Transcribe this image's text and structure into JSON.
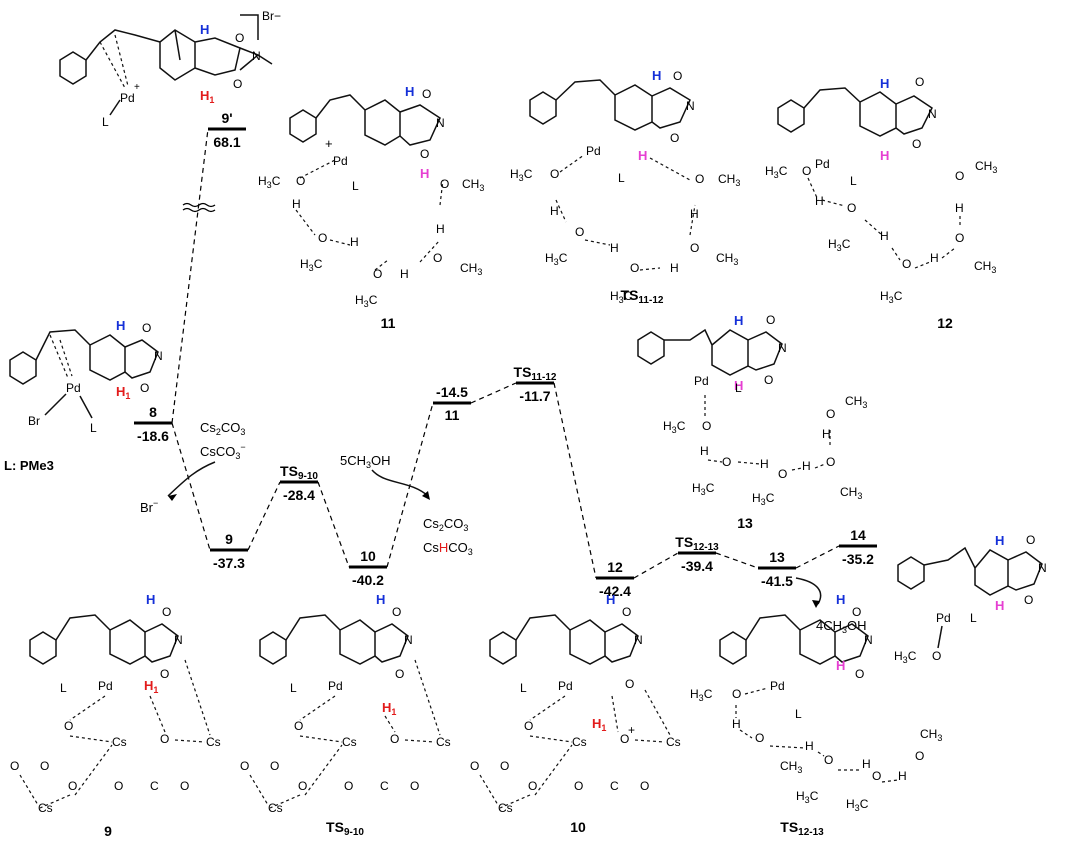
{
  "colors": {
    "h_blue": "#1530d8",
    "h_red": "#e21b1b",
    "h_magenta": "#e63fd2"
  },
  "levels": [
    {
      "id": "8",
      "energy": "-18.6"
    },
    {
      "id": "9",
      "energy": "-37.3"
    },
    {
      "id": "TS9-10",
      "energy": "-28.4"
    },
    {
      "id": "10",
      "energy": "-40.2"
    },
    {
      "id": "11",
      "energy": "-14.5"
    },
    {
      "id": "TS11-12",
      "energy": "-11.7"
    },
    {
      "id": "12",
      "energy": "-42.4"
    },
    {
      "id": "TS12-13",
      "energy": "-39.4"
    },
    {
      "id": "13",
      "energy": "-41.5"
    },
    {
      "id": "14",
      "energy": "-35.2"
    },
    {
      "id": "9'",
      "energy": "68.1"
    }
  ],
  "reagents": {
    "cs2co3": "Cs2CO3",
    "csco3_minus": "CsCO3−",
    "br_minus": "Br−",
    "methanol_in": "5CH3OH",
    "cs2co3_out": "Cs2CO3",
    "cshco3_out": "CsHCO3",
    "methanol_out": "4CH3OH"
  },
  "ligand_note": "L: PMe3",
  "structure_labels": [
    "9'",
    "11",
    "TS11-12",
    "12",
    "13",
    "9",
    "TS9-10",
    "10",
    "TS12-13"
  ],
  "atoms": {
    "pd": "Pd",
    "br": "Br",
    "l": "L",
    "n": "N",
    "o": "O",
    "h": "H",
    "cs": "Cs",
    "h1": "H1",
    "ch3": "CH3",
    "h3c": "H3C",
    "plus": "+",
    "br_counter": "Br−"
  }
}
